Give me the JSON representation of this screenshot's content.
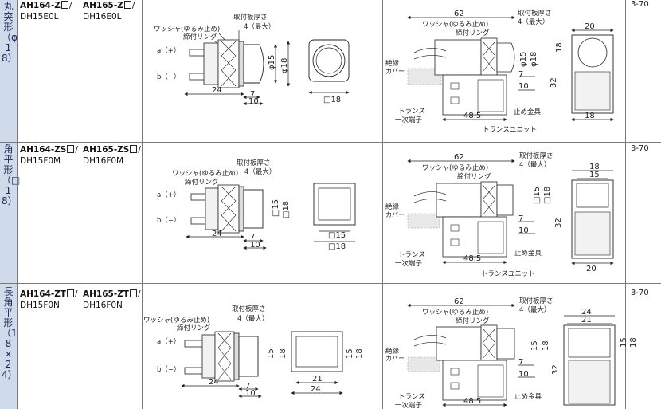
{
  "rows": [
    {
      "category": "丸突形（φ18）",
      "model_a_bold": "AH164-Z",
      "model_a_sub": "DH15E0L",
      "model_b_bold": "AH165-Z",
      "model_b_sub": "DH16E0L",
      "ref": "3-70",
      "side": {
        "label_panel": "取付板厚さ",
        "label_panel_max": "4（最大）",
        "label_washer": "ワッシャ(ゆるみ止め)",
        "label_ring": "締付リング",
        "term_a": "a（+）",
        "term_b": "b（−）",
        "dim_24": "24",
        "dim_7": "7",
        "dim_10": "10",
        "dim_h1": "φ15",
        "dim_h2": "φ18"
      },
      "front": {
        "dim": "□18"
      },
      "trans": {
        "dim_62": "62",
        "label_washer": "ワッシャ(ゆるみ止め)",
        "label_panel": "取付板厚さ",
        "label_panel_max": "4（最大）",
        "label_ring": "締付リング",
        "label_insul": "絶縁",
        "label_cover": "カバー",
        "dim_h1": "φ15",
        "dim_h2": "φ18",
        "dim_h3": "18",
        "dim_7": "7",
        "dim_10": "10",
        "dim_32": "32",
        "label_trans1": "トランス",
        "label_trans2": "一次端子",
        "label_stop": "止め金具",
        "dim_485": "48.5",
        "label_unit": "トランスユニット"
      },
      "end": {
        "top": "20",
        "bottom": "18"
      }
    },
    {
      "category": "角平形（□18）",
      "model_a_bold": "AH164-ZS",
      "model_a_sub": "DH15F0M",
      "model_b_bold": "AH165-ZS",
      "model_b_sub": "DH16F0M",
      "ref": "3-70",
      "side": {
        "label_panel": "取付板厚さ",
        "label_panel_max": "4（最大）",
        "label_washer": "ワッシャ(ゆるみ止め)",
        "label_ring": "締付リング",
        "term_a": "a（+）",
        "term_b": "b（−）",
        "dim_24": "24",
        "dim_7": "7",
        "dim_10": "10",
        "dim_h1": "□15",
        "dim_h2": "□18"
      },
      "front": {
        "dim1": "□15",
        "dim2": "□18"
      },
      "trans": {
        "dim_62": "62",
        "label_washer": "ワッシャ(ゆるみ止め)",
        "label_panel": "取付板厚さ",
        "label_panel_max": "4（最大）",
        "label_ring": "締付リング",
        "label_insul": "絶縁",
        "label_cover": "カバー",
        "dim_h1": "□15",
        "dim_h2": "□18",
        "dim_7": "7",
        "dim_10": "10",
        "dim_32": "32",
        "label_trans1": "トランス",
        "label_trans2": "一次端子",
        "label_stop": "止め金具",
        "dim_485": "48.5",
        "label_unit": "トランスユニット"
      },
      "end": {
        "top1": "18",
        "top2": "15",
        "bottom": "20"
      }
    },
    {
      "category": "長角平形（18×24）",
      "model_a_bold": "AH164-ZT",
      "model_a_sub": "DH15F0N",
      "model_b_bold": "AH165-ZT",
      "model_b_sub": "DH16F0N",
      "ref": "3-70",
      "side": {
        "label_panel": "取付板厚さ",
        "label_panel_max": "4（最大）",
        "label_washer": "ワッシャ(ゆるみ止め)",
        "label_ring": "締付リング",
        "term_a": "a（+）",
        "term_b": "b（−）",
        "dim_24": "24",
        "dim_7": "7",
        "dim_10": "10",
        "dim_h1": "15",
        "dim_h2": "18"
      },
      "front": {
        "h1": "15",
        "h2": "18",
        "w1": "21",
        "w2": "24"
      },
      "trans": {
        "dim_62": "62",
        "label_washer": "ワッシャ(ゆるみ止め)",
        "label_panel": "取付板厚さ",
        "label_panel_max": "4（最大）",
        "label_ring": "締付リング",
        "label_insul": "絶縁",
        "label_cover": "カバー",
        "dim_h1": "15",
        "dim_h2": "18",
        "dim_7": "7",
        "dim_10": "10",
        "dim_32": "32",
        "label_trans1": "トランス",
        "label_trans2": "一次端子",
        "label_stop": "止め金具",
        "dim_485": "48.5"
      },
      "end": {
        "top1": "24",
        "top2": "21",
        "h1": "15",
        "h2": "18"
      }
    }
  ]
}
